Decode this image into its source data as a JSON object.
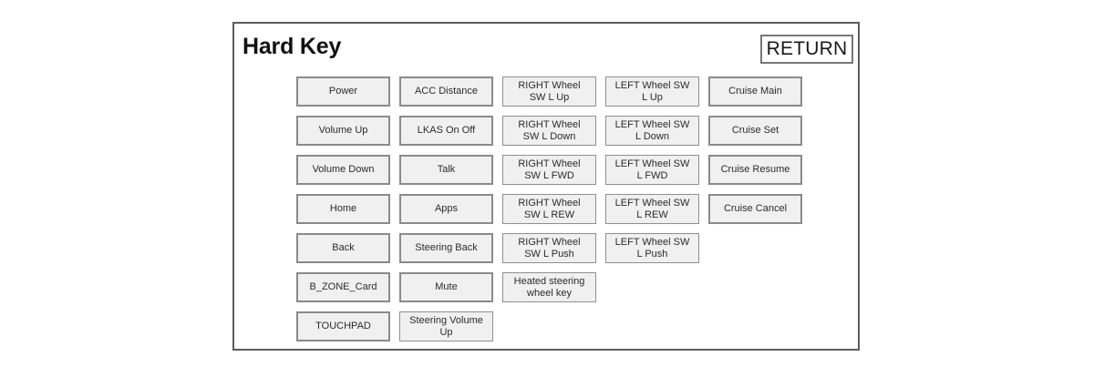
{
  "panel": {
    "title": "Hard Key",
    "return_label": "RETURN",
    "border_color": "#5c5c5c",
    "button_fill": "#f0f0f0",
    "button_border": "#8a8a8a"
  },
  "grid": {
    "columns": 5,
    "rows": 7,
    "keys": [
      [
        {
          "label": "Power",
          "lines": 1
        },
        {
          "label": "ACC Distance",
          "lines": 1
        },
        {
          "label": "RIGHT Wheel\nSW L Up",
          "lines": 2
        },
        {
          "label": "LEFT Wheel SW\nL Up",
          "lines": 2
        },
        {
          "label": "Cruise Main",
          "lines": 1
        }
      ],
      [
        {
          "label": "Volume Up",
          "lines": 1
        },
        {
          "label": "LKAS On Off",
          "lines": 1
        },
        {
          "label": "RIGHT Wheel\nSW L Down",
          "lines": 2
        },
        {
          "label": "LEFT Wheel SW\nL Down",
          "lines": 2
        },
        {
          "label": "Cruise Set",
          "lines": 1
        }
      ],
      [
        {
          "label": "Volume Down",
          "lines": 1
        },
        {
          "label": "Talk",
          "lines": 1
        },
        {
          "label": "RIGHT Wheel\nSW L FWD",
          "lines": 2
        },
        {
          "label": "LEFT Wheel SW\nL FWD",
          "lines": 2
        },
        {
          "label": "Cruise Resume",
          "lines": 1
        }
      ],
      [
        {
          "label": "Home",
          "lines": 1
        },
        {
          "label": "Apps",
          "lines": 1
        },
        {
          "label": "RIGHT Wheel\nSW L REW",
          "lines": 2
        },
        {
          "label": "LEFT Wheel SW\nL REW",
          "lines": 2
        },
        {
          "label": "Cruise Cancel",
          "lines": 1
        }
      ],
      [
        {
          "label": "Back",
          "lines": 1
        },
        {
          "label": "Steering Back",
          "lines": 1
        },
        {
          "label": "RIGHT Wheel\nSW L Push",
          "lines": 2
        },
        {
          "label": "LEFT Wheel SW\nL Push",
          "lines": 2
        }
      ],
      [
        {
          "label": "B_ZONE_Card",
          "lines": 1
        },
        {
          "label": "Mute",
          "lines": 1
        },
        {
          "label": "Heated steering\nwheel key",
          "lines": 2
        }
      ],
      [
        {
          "label": "TOUCHPAD",
          "lines": 1
        },
        {
          "label": "Steering Volume\nUp",
          "lines": 2
        }
      ]
    ]
  }
}
